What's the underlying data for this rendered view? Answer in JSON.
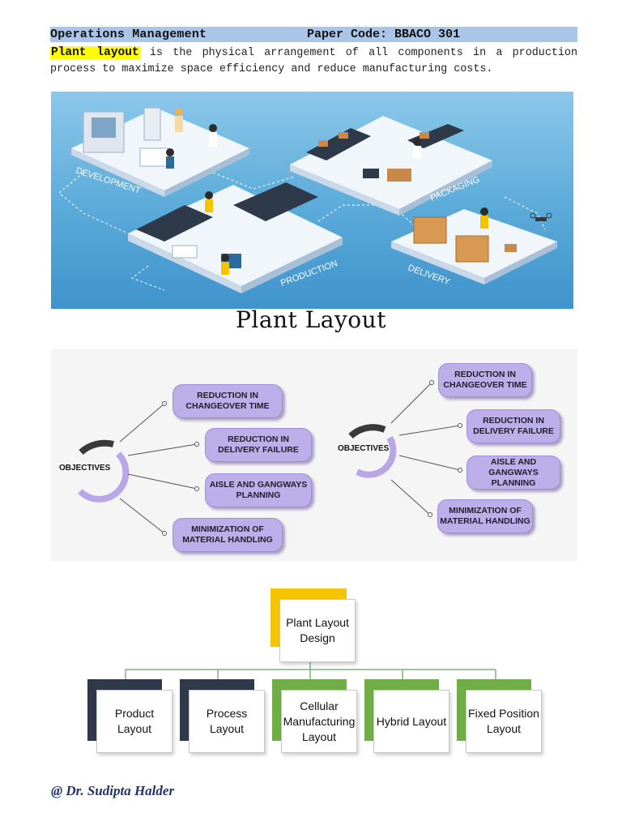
{
  "header": {
    "course": "Operations Management",
    "paper_code": "Paper Code: BBACO 301"
  },
  "intro": {
    "term": "Plant layout",
    "text": " is the physical arrangement of all components in a production process to maximize space efficiency and reduce manufacturing costs."
  },
  "illustration": {
    "labels": [
      "DEVELOPMENT",
      "PACKAGING",
      "PRODUCTION",
      "DELIVERY"
    ]
  },
  "caption": "Plant Layout",
  "objectives": {
    "center_label": "OBJECTIVES",
    "colors": {
      "pill": "#bcaee8",
      "ring": "#3a3a3a",
      "ring_accent": "#b9a6e6"
    },
    "left_items": [
      "REDUCTION IN\nCHANGEOVER TIME",
      "REDUCTION IN\nDELIVERY FAILURE",
      "AISLE AND GANGWAYS\nPLANNING",
      "MINIMIZATION OF\nMATERIAL HANDLING"
    ],
    "right_items": [
      "REDUCTION IN\nCHANGEOVER TIME",
      "REDUCTION IN\nDELIVERY FAILURE",
      "AISLE AND GANGWAYS\nPLANNING",
      "MINIMIZATION OF\nMATERIAL HANDLING"
    ]
  },
  "layout_chart": {
    "root": "Plant Layout\nDesign",
    "children": [
      "Product Layout",
      "Process Layout",
      "Cellular\nManufacturing\nLayout",
      "Hybrid Layout",
      "Fixed Position\nLayout"
    ],
    "colors": {
      "root_accent": "#f5c400",
      "dark": "#2e3a4a",
      "green": "#70ad47",
      "connector": "#7fb37f"
    }
  },
  "footer": "@ Dr. Sudipta Halder"
}
